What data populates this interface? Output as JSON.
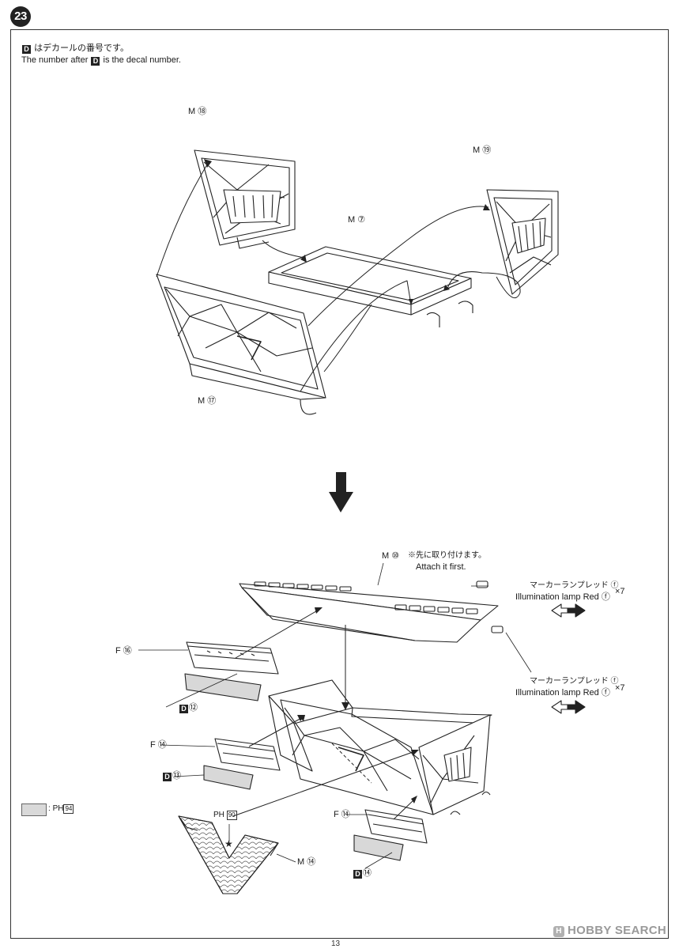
{
  "step": {
    "number": "23"
  },
  "notes": {
    "decal_marker": "D",
    "jp": "はデカールの番号です。",
    "en_prefix": "The number after",
    "en_suffix": "is the decal number."
  },
  "top_assembly": {
    "m18": "M ⑱",
    "m19": "M ⑲",
    "m7": "M ⑦",
    "m17": "M ⑰"
  },
  "bottom_assembly": {
    "m10": "M ⑩",
    "attach_jp": "※先に取り付けます。",
    "attach_en": "Attach it first.",
    "marker_lamp_jp": "マーカーランプレッド",
    "marker_lamp_en": "Illumination lamp Red",
    "marker_code": "ⓕ",
    "marker_multiplier": "×7",
    "f16": "F ⑯",
    "d12": "⑫",
    "f14a": "F ⑭",
    "d13": "⑬",
    "f14b": "F ⑭",
    "d14": "⑭",
    "m14": "M ⑭",
    "ph90_prefix": "PH",
    "ph90": "90"
  },
  "legend": {
    "ph_prefix": "PH",
    "ph_code": "94",
    "separator": ":"
  },
  "footer": {
    "page_number": "13",
    "watermark": "HOBBY SEARCH",
    "watermark_icon": "H"
  }
}
